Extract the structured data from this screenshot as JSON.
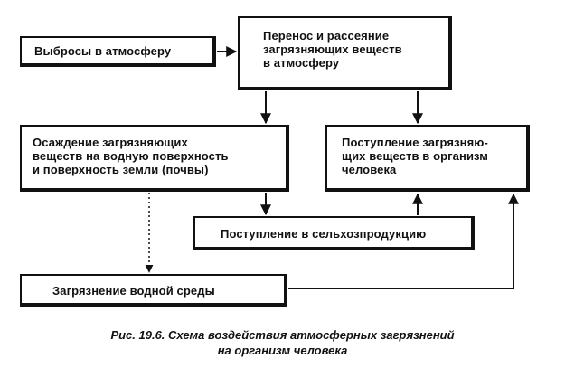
{
  "boxes": {
    "emissions": "Выбросы в атмосферу",
    "transfer": "Перенос и рассеяние\nзагрязняющих веществ\nв атмосферу",
    "deposition": "Осаждение загрязняющих\nвеществ на водную поверхность\nи поверхность земли (почвы)",
    "organism": "Поступление загрязняю-\nщих веществ в организм\nчеловека",
    "agriculture": "Поступление в сельхозпродукцию",
    "water_pollution": "Загрязнение водной среды"
  },
  "caption": "Рис. 19.6. Схема воздействия атмосферных загрязнений\nна организм человека"
}
